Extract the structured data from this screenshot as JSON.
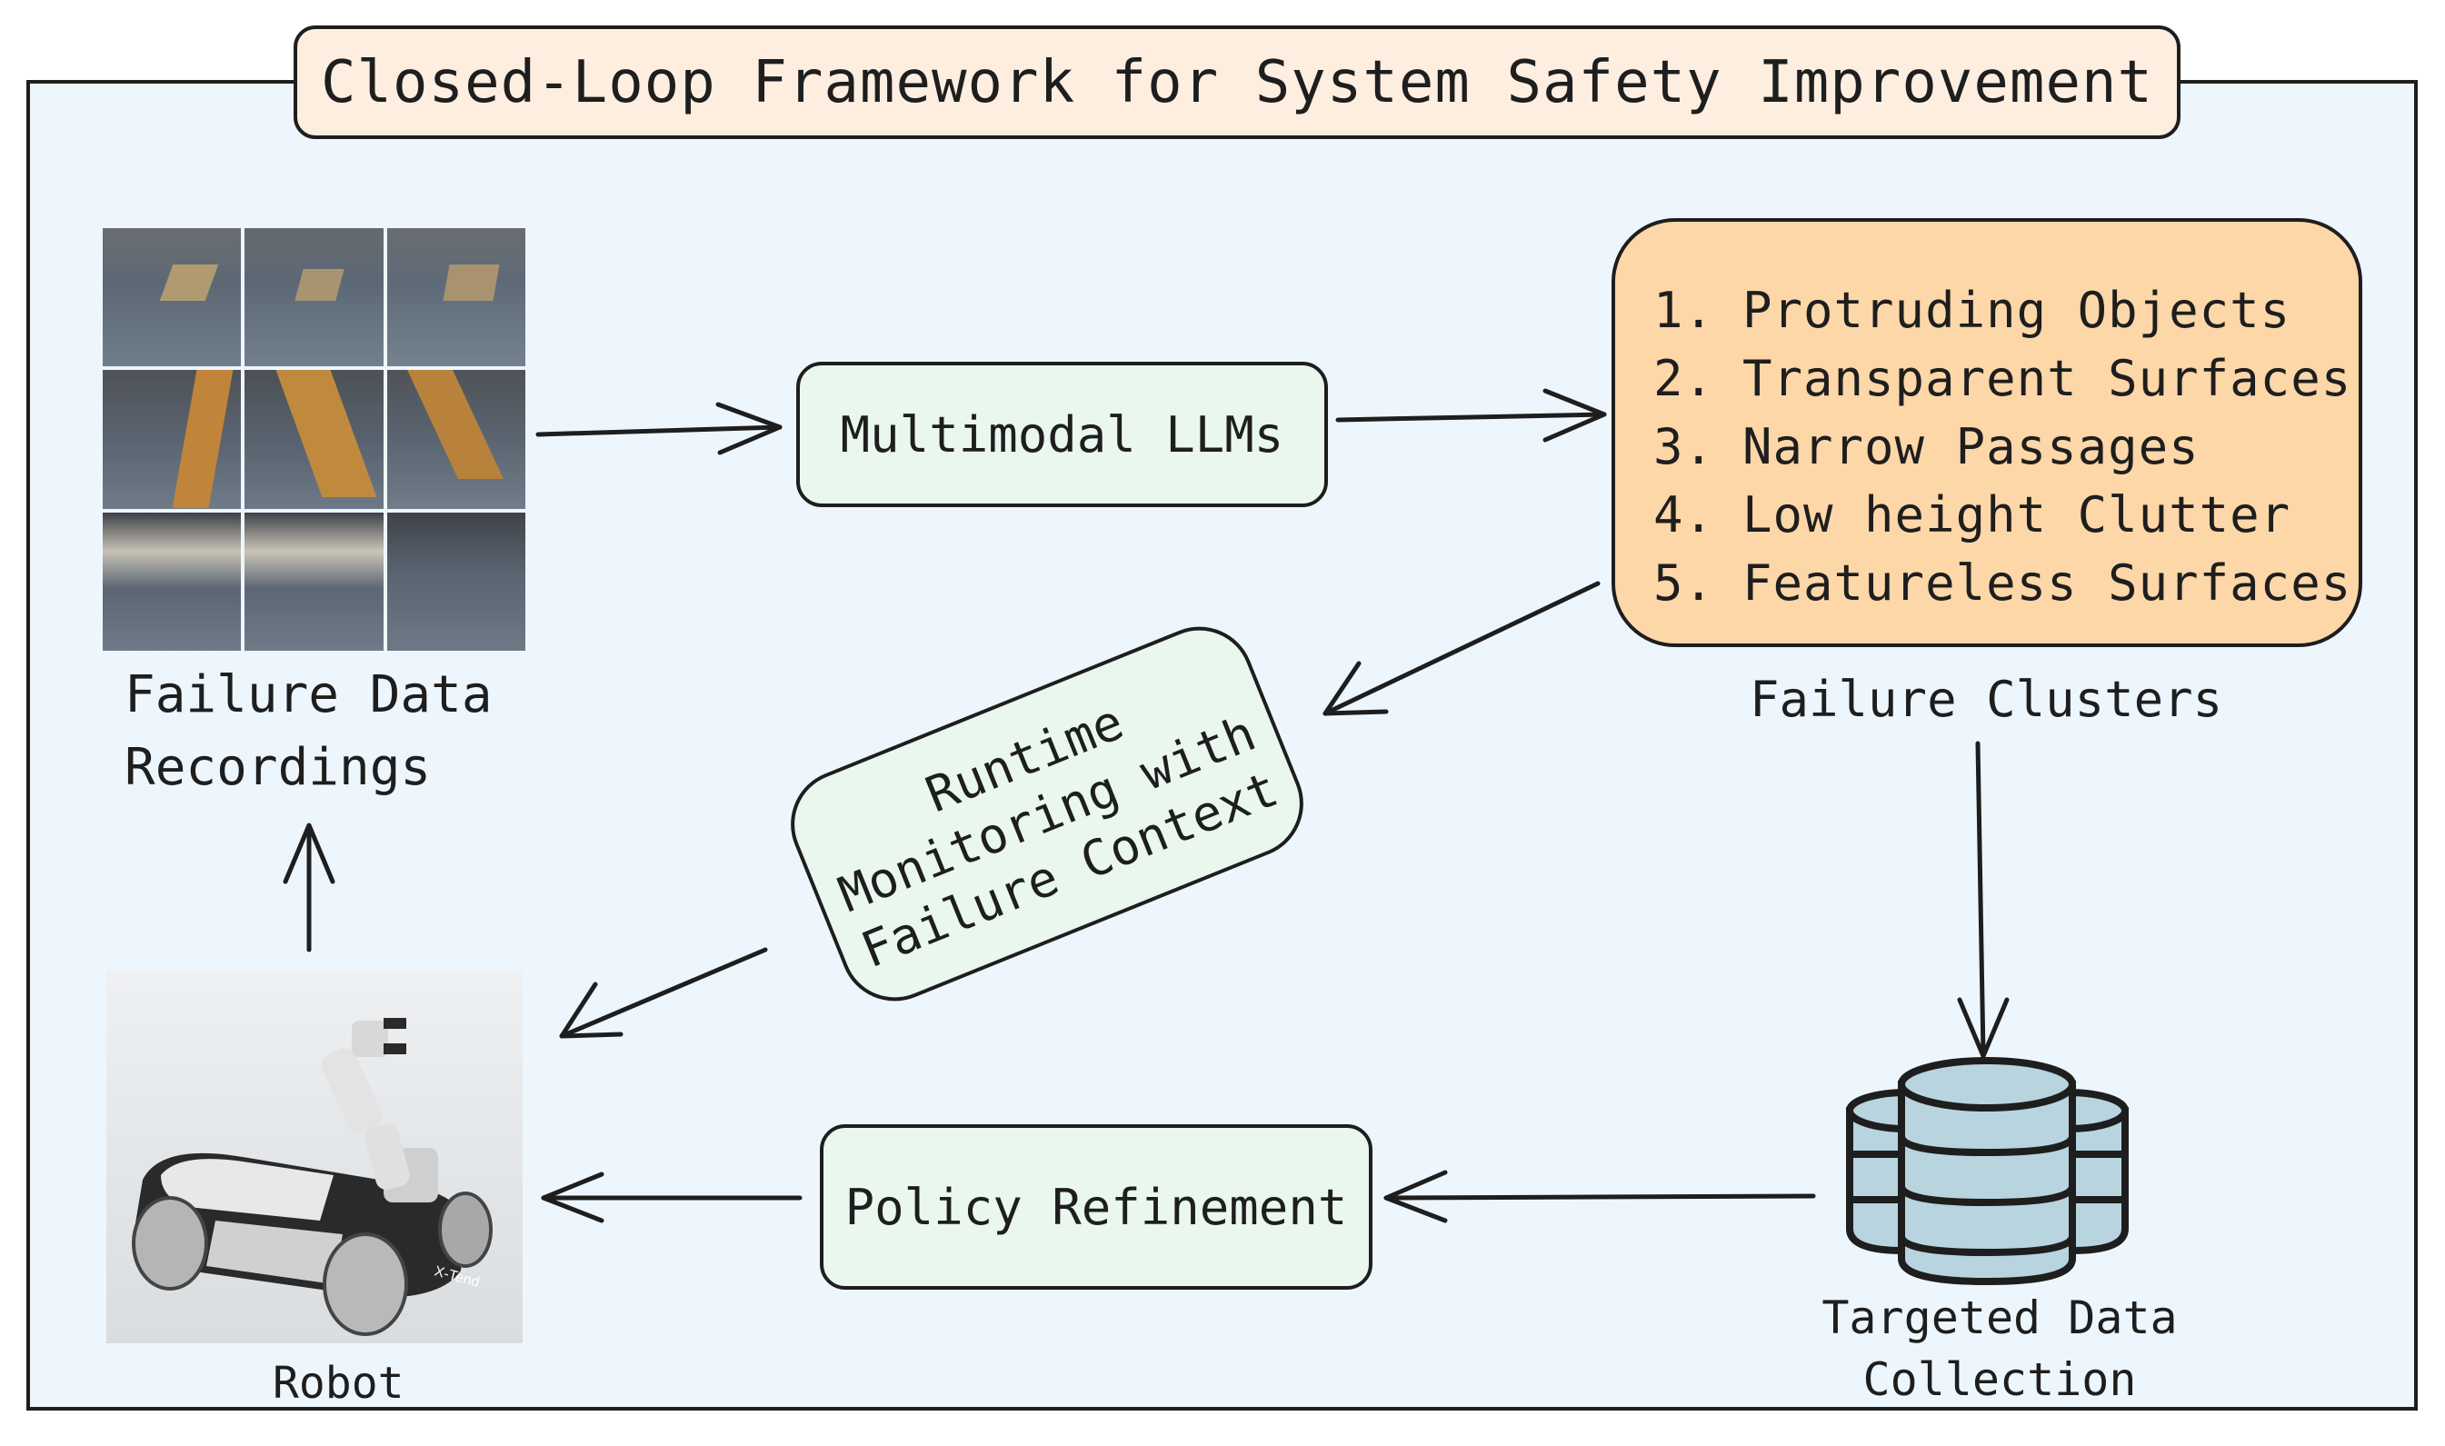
{
  "title": "Closed-Loop Framework for System Safety Improvement",
  "failure_data": {
    "label_line1": "Failure Data",
    "label_line2": "Recordings"
  },
  "multimodal": {
    "label": "Multimodal LLMs"
  },
  "clusters": {
    "items": [
      {
        "num": "1.",
        "text": "Protruding Objects"
      },
      {
        "num": "2.",
        "text": "Transparent Surfaces"
      },
      {
        "num": "3.",
        "text": "Narrow Passages"
      },
      {
        "num": "4.",
        "text": "Low height Clutter"
      },
      {
        "num": "5.",
        "text": "Featureless Surfaces"
      }
    ],
    "caption": "Failure Clusters"
  },
  "runtime": {
    "line1": "Runtime",
    "line2": "Monitoring with",
    "line3": "Failure Context"
  },
  "policy": {
    "label": "Policy Refinement"
  },
  "data_collection": {
    "line1": "Targeted Data",
    "line2": "Collection"
  },
  "robot": {
    "label": "Robot",
    "brand": "X-Tend"
  },
  "colors": {
    "frame_bg": "#eef6fd",
    "title_bg": "#fdeee0",
    "green_box": "#e9f7ee",
    "cluster_box": "#fdd7a8",
    "database": "#b8d4df",
    "stroke": "#1e1e1e"
  }
}
